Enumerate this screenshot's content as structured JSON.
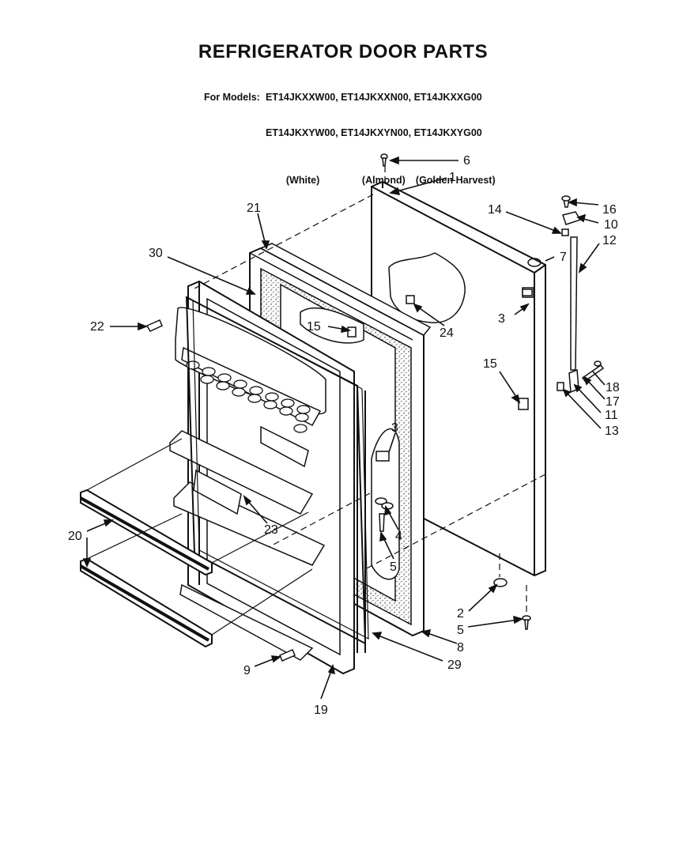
{
  "title": "REFRIGERATOR DOOR PARTS",
  "models": {
    "label": "For Models:",
    "row1": "ET14JKXXW00, ET14JKXXN00, ET14JKXXG00",
    "row2": "ET14JKXYW00, ET14JKXYN00, ET14JKXYG00",
    "colors": [
      "(White)",
      "(Almond)",
      "(Golden Harvest)"
    ]
  },
  "callouts": [
    "6",
    "1",
    "21",
    "14",
    "16",
    "10",
    "12",
    "30",
    "7",
    "3",
    "22",
    "15",
    "24",
    "15",
    "18",
    "17",
    "11",
    "13",
    "3",
    "4",
    "23",
    "20",
    "5",
    "2",
    "5",
    "8",
    "29",
    "9",
    "19"
  ]
}
